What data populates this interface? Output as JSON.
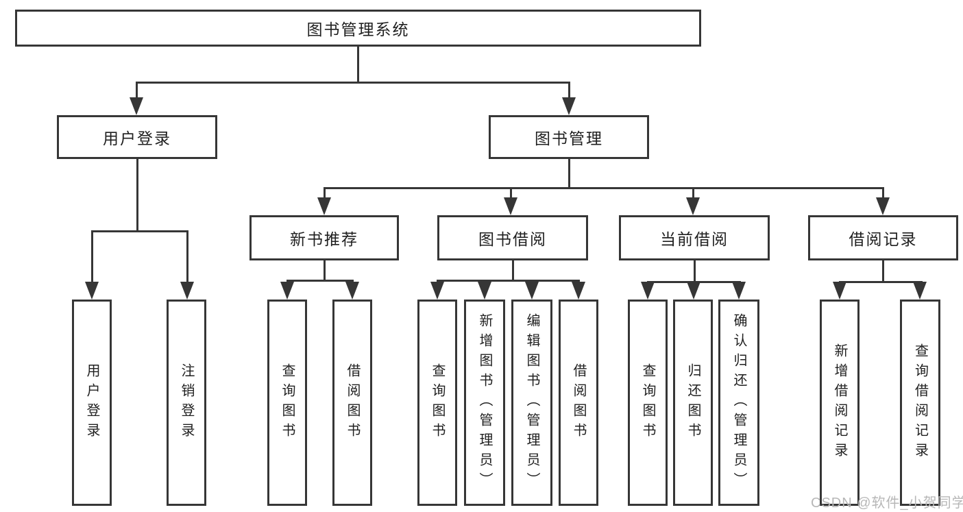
{
  "tree": {
    "root": {
      "label": "图书管理系统"
    },
    "branches": [
      {
        "label": "用户登录",
        "children": [
          {
            "label": "用户登录"
          },
          {
            "label": "注销登录"
          }
        ]
      },
      {
        "label": "图书管理",
        "sections": [
          {
            "label": "新书推荐",
            "children": [
              {
                "label": "查询图书"
              },
              {
                "label": "借阅图书"
              }
            ]
          },
          {
            "label": "图书借阅",
            "children": [
              {
                "label": "查询图书"
              },
              {
                "label": "新增图书（管理员）"
              },
              {
                "label": "编辑图书（管理员）"
              },
              {
                "label": "借阅图书"
              }
            ]
          },
          {
            "label": "当前借阅",
            "children": [
              {
                "label": "查询图书"
              },
              {
                "label": "归还图书"
              },
              {
                "label": "确认归还（管理员）"
              }
            ]
          },
          {
            "label": "借阅记录",
            "children": [
              {
                "label": "新增借阅记录"
              },
              {
                "label": "查询借阅记录"
              }
            ]
          }
        ]
      }
    ]
  },
  "watermark": {
    "text": "CSDN @软件_小贺同学"
  },
  "colors": {
    "line": "#363636",
    "text": "#1f1f1f",
    "background": "#ffffff",
    "watermark": "#b7b7b7"
  }
}
